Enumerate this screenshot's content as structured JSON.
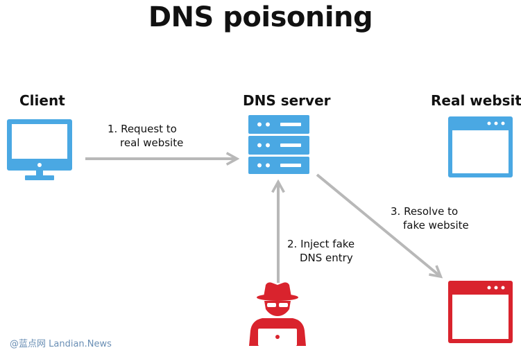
{
  "title": "DNS poisoning",
  "nodes": {
    "client": {
      "label": "Client"
    },
    "dns_server": {
      "label": "DNS server"
    },
    "real_website": {
      "label": "Real website"
    }
  },
  "steps": {
    "step1": {
      "line1": "1. Request to",
      "line2": "real website"
    },
    "step2": {
      "line1": "2. Inject fake",
      "line2": "DNS entry"
    },
    "step3": {
      "line1": "3. Resolve to",
      "line2": "fake website"
    }
  },
  "watermark": "@蓝点网 Landian.News",
  "colors": {
    "icon_blue": "#4aa8e3",
    "attacker_red": "#d9232d",
    "arrow_gray": "#b8b8b8"
  }
}
